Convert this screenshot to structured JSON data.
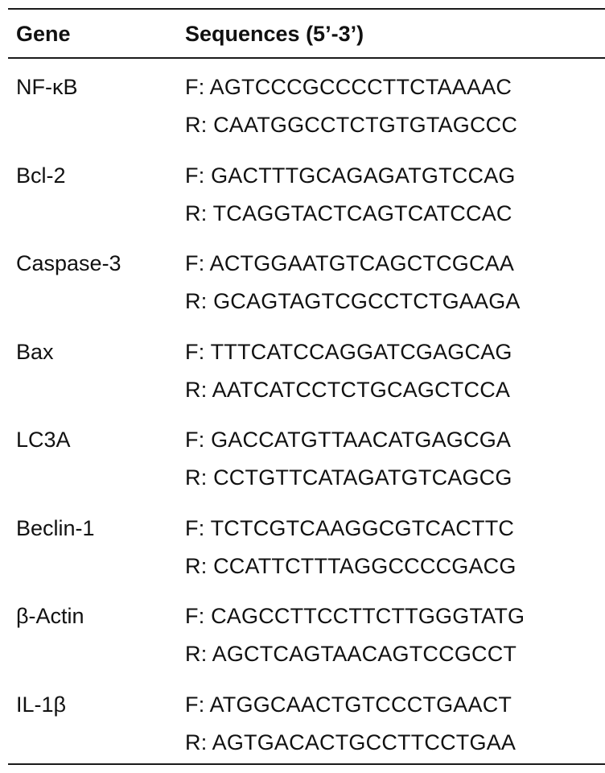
{
  "header": {
    "gene": "Gene",
    "sequences": "Sequences (5’-3’)"
  },
  "rows": [
    {
      "gene": "NF-κB",
      "forward": "F: AGTCCCGCCCCTTCTAAAAC",
      "reverse": "R: CAATGGCCTCTGTGTAGCCC"
    },
    {
      "gene": "Bcl-2",
      "forward": "F: GACTTTGCAGAGATGTCCAG",
      "reverse": "R: TCAGGTACTCAGTCATCCAC"
    },
    {
      "gene": "Caspase-3",
      "forward": "F: ACTGGAATGTCAGCTCGCAA",
      "reverse": "R: GCAGTAGTCGCCTCTGAAGA"
    },
    {
      "gene": "Bax",
      "forward": "F: TTTCATCCAGGATCGAGCAG",
      "reverse": "R: AATCATCCTCTGCAGCTCCA"
    },
    {
      "gene": "LC3A",
      "forward": "F: GACCATGTTAACATGAGCGA",
      "reverse": "R: CCTGTTCATAGATGTCAGCG"
    },
    {
      "gene": "Beclin-1",
      "forward": "F: TCTCGTCAAGGCGTCACTTC",
      "reverse": "R: CCATTCTTTAGGCCCCGACG"
    },
    {
      "gene": "β-Actin",
      "forward": "F: CAGCCTTCCTTCTTGGGTATG",
      "reverse": "R: AGCTCAGTAACAGTCCGCCT"
    },
    {
      "gene": "IL-1β",
      "forward": "F: ATGGCAACTGTCCCTGAACT",
      "reverse": "R: AGTGACACTGCCTTCCTGAA"
    }
  ]
}
